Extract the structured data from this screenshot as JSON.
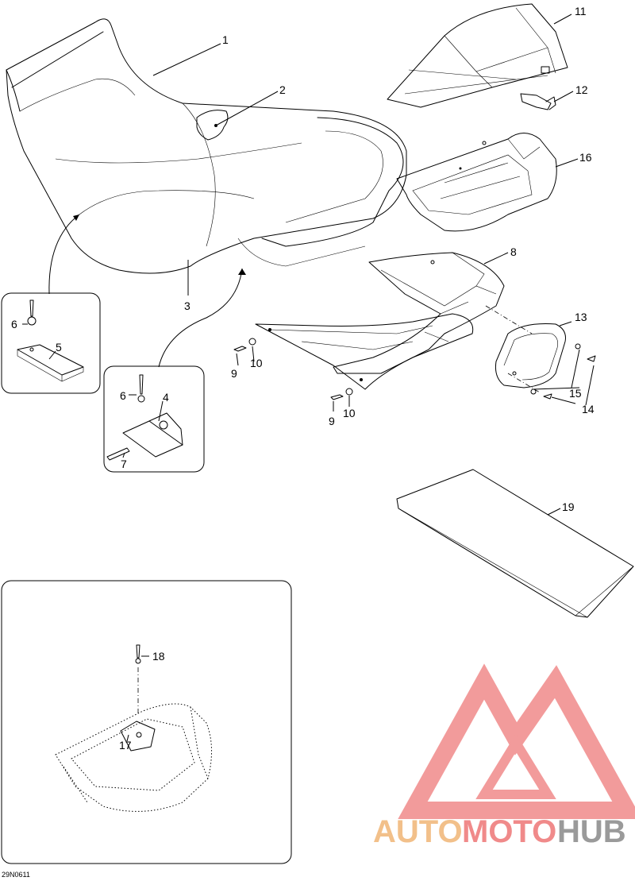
{
  "diagram": {
    "callouts": [
      "1",
      "2",
      "3",
      "4",
      "5",
      "6",
      "6",
      "7",
      "8",
      "9",
      "9",
      "10",
      "10",
      "11",
      "12",
      "13",
      "14",
      "15",
      "16",
      "17",
      "18",
      "19"
    ],
    "drawing_code": "29N0611"
  },
  "watermark": {
    "brand_part1": "AUTO",
    "brand_part2": "MOTO",
    "brand_part3": "HUB",
    "colors": {
      "logo": "#f08a8a",
      "auto": "#f2c08a",
      "moto": "#f08a8a",
      "hub": "#9a9a9a"
    }
  }
}
